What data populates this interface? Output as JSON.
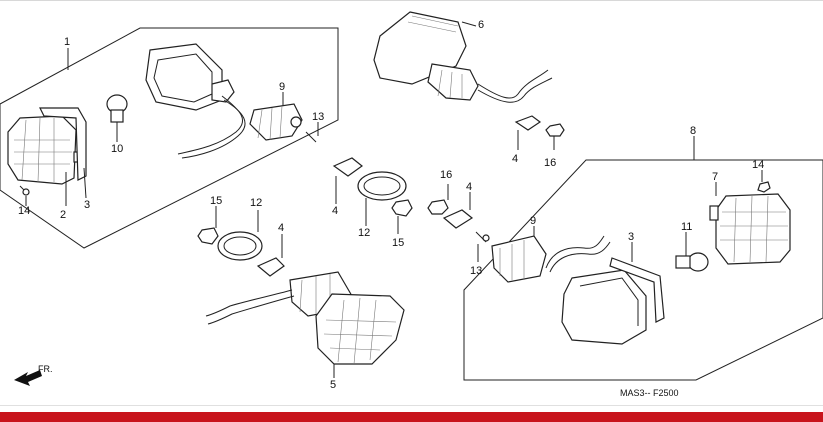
{
  "diagram": {
    "code_label": "MAS3-- F2500",
    "front_label": "FR.",
    "part_numbers": {
      "p1": "1",
      "p2": "2",
      "p3a": "3",
      "p3b": "3",
      "p4a": "4",
      "p4b": "4",
      "p4c": "4",
      "p4d": "4",
      "p5": "5",
      "p6": "6",
      "p7": "7",
      "p8": "8",
      "p9a": "9",
      "p9b": "9",
      "p10": "10",
      "p11": "11",
      "p12a": "12",
      "p12b": "12",
      "p13a": "13",
      "p13b": "13",
      "p14a": "14",
      "p14b": "14",
      "p15a": "15",
      "p15b": "15",
      "p16a": "16",
      "p16b": "16"
    }
  },
  "colors": {
    "footer": "#c8141c",
    "ink": "#222222"
  }
}
